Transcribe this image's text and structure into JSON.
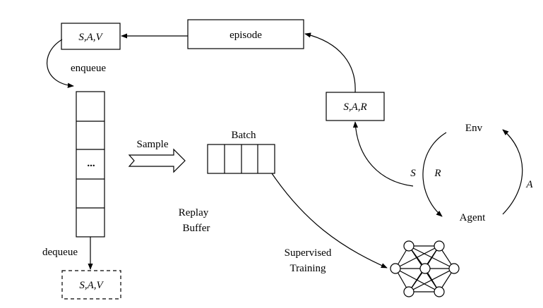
{
  "labels": {
    "sav_top": "S,A,V",
    "episode": "episode",
    "enqueue": "enqueue",
    "sar": "S,A,R",
    "env": "Env",
    "agent": "Agent",
    "s": "S",
    "r": "R",
    "a": "A",
    "sample": "Sample",
    "batch": "Batch",
    "ellipsis": "...",
    "replay_line1": "Replay",
    "replay_line2": "Buffer",
    "dequeue": "dequeue",
    "sav_bottom": "S,A,V",
    "supervised_line1": "Supervised",
    "supervised_line2": "Training"
  }
}
